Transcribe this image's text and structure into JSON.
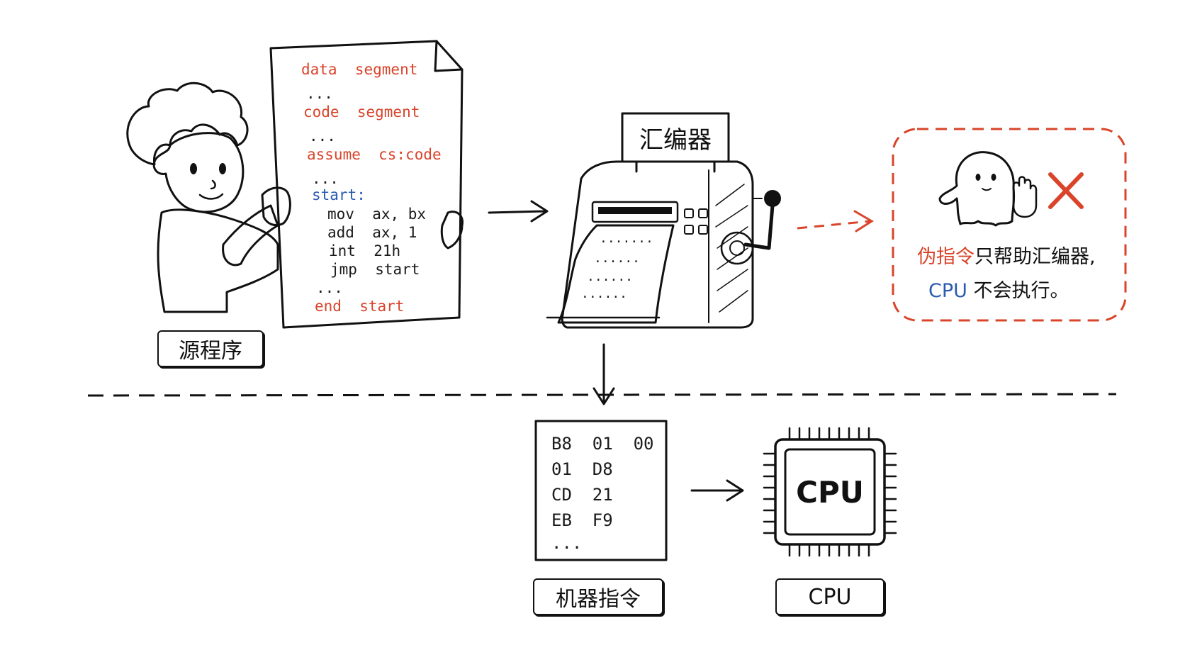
{
  "source_code": {
    "lines": [
      {
        "text": "data  segment",
        "color": "#d9442a"
      },
      {
        "text": "...",
        "color": "#1a1a1a"
      },
      {
        "text": "code  segment",
        "color": "#d9442a"
      },
      {
        "text": "...",
        "color": "#1a1a1a"
      },
      {
        "text": "assume  cs:code",
        "color": "#d9442a"
      },
      {
        "text": "...",
        "color": "#1a1a1a"
      },
      {
        "text": "start:",
        "color": "#2a5bb0"
      },
      {
        "text": "mov  ax, bx",
        "color": "#1a1a1a"
      },
      {
        "text": "add  ax, 1",
        "color": "#1a1a1a"
      },
      {
        "text": "int  21h",
        "color": "#1a1a1a"
      },
      {
        "text": "jmp  start",
        "color": "#1a1a1a"
      },
      {
        "text": "...",
        "color": "#1a1a1a"
      },
      {
        "text": "end  start",
        "color": "#d9442a"
      }
    ]
  },
  "labels": {
    "source_program": "源程序",
    "assembler": "汇编器",
    "machine_instructions": "机器指令",
    "cpu": "CPU",
    "cpu_chip": "CPU"
  },
  "machine_code": {
    "lines": [
      "B8  01  00",
      "01  D8",
      "CD  21",
      "EB  F9",
      "..."
    ]
  },
  "printout": {
    "lines": [
      ".......",
      "......",
      "......",
      "......"
    ]
  },
  "note": {
    "line1_highlight": "伪指令",
    "line1_rest": "只帮助汇编器,",
    "line2_highlight": "CPU",
    "line2_rest": " 不会执行。",
    "highlight_color": "#d9442a",
    "cpu_color": "#2a5bb0",
    "border_color": "#d9442a"
  },
  "icons": {
    "boy": "boy-holding-paper-icon",
    "assembler": "assembler-machine-icon",
    "ghost": "ghost-icon",
    "stop_hand": "stop-hand-icon",
    "cross": "red-cross-icon",
    "chip": "cpu-chip-icon"
  }
}
